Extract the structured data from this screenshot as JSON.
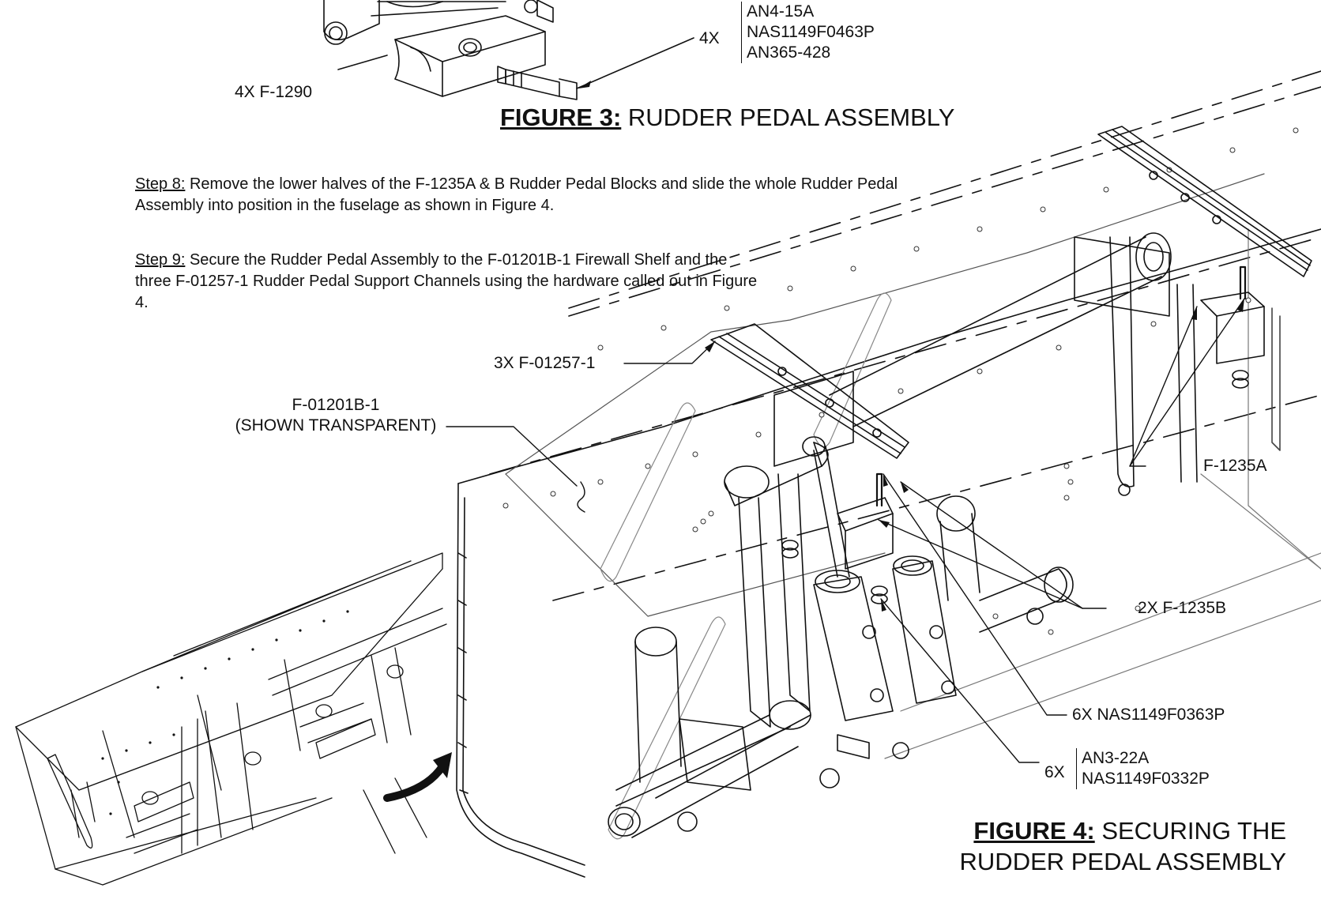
{
  "fig3": {
    "label_bold": "FIGURE 3:",
    "label_rest": " RUDDER PEDAL ASSEMBLY",
    "callout_f1290": "4X F-1290",
    "hw_qty": "4X",
    "hw_parts": [
      "AN4-15A",
      "NAS1149F0463P",
      "AN365-428"
    ]
  },
  "steps": [
    {
      "label": "Step 8:",
      "text": " Remove the lower halves of the F-1235A & B Rudder Pedal Blocks and slide the whole Rudder Pedal Assembly into position in the fuselage as shown in Figure 4."
    },
    {
      "label": "Step 9:",
      "text": " Secure the Rudder Pedal Assembly to the F-01201B-1 Firewall Shelf and the three F-01257-1 Rudder Pedal Support Channels using the hardware called out in Figure 4."
    }
  ],
  "fig4": {
    "callouts": {
      "channels": "3X F-01257-1",
      "shelf_line1": "F-01201B-1",
      "shelf_line2": "(SHOWN TRANSPARENT)",
      "block_a": "F-1235A",
      "block_b": "2X F-1235B",
      "washer": "6X NAS1149F0363P",
      "bolt_qty": "6X",
      "bolt_parts": [
        "AN3-22A",
        "NAS1149F0332P"
      ]
    },
    "title_bold": "FIGURE 4:",
    "title_line1_rest": "  SECURING THE",
    "title_line2": "RUDDER PEDAL ASSEMBLY"
  }
}
